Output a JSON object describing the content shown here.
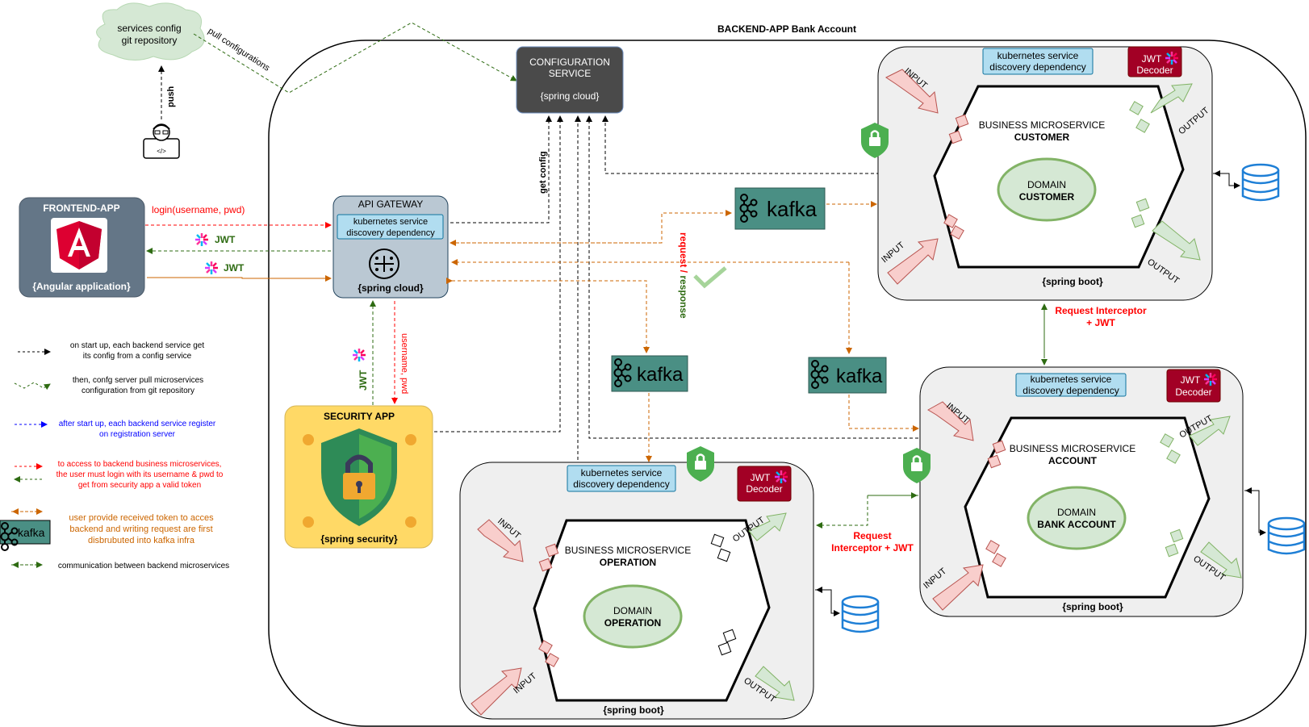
{
  "title": "BACKEND-APP Bank Account",
  "cloud": {
    "line1": "services config",
    "line2": "git repository"
  },
  "labels": {
    "push": "push",
    "pull": "pull configurations",
    "get_config": "get config",
    "login": "login(username, pwd)",
    "jwt": "JWT",
    "username_pwd": "username, pwd",
    "req_resp": "request / response",
    "req_interceptor_1": "Request Interceptor",
    "req_interceptor_2": "+ JWT",
    "req_interceptor_b1": "Request",
    "req_interceptor_b2": "Interceptor + JWT",
    "kafka": "kafka"
  },
  "config_service": {
    "line1": "CONFIGURATION",
    "line2": "SERVICE",
    "sub": "{spring cloud}"
  },
  "frontend": {
    "title": "FRONTEND-APP",
    "sub": "{Angular application}"
  },
  "gateway": {
    "title": "API GATEWAY",
    "k8s1": "kubernetes service",
    "k8s2": "discovery dependency",
    "sub": "{spring cloud}"
  },
  "security": {
    "title": "SECURITY APP",
    "sub": "{spring security}"
  },
  "services": [
    {
      "k8s1": "kubernetes service",
      "k8s2": "discovery dependency",
      "jwt": "JWT",
      "decoder": "Decoder",
      "bm": "BUSINESS MICROSERVICE",
      "name": "CUSTOMER",
      "domain": "DOMAIN",
      "domain_name": "CUSTOMER",
      "boot": "{spring boot}",
      "input": "INPUT",
      "output": "OUTPUT"
    },
    {
      "k8s1": "kubernetes service",
      "k8s2": "discovery dependency",
      "jwt": "JWT",
      "decoder": "Decoder",
      "bm": "BUSINESS MICROSERVICE",
      "name": "ACCOUNT",
      "domain": "DOMAIN",
      "domain_name": "BANK ACCOUNT",
      "boot": "{spring boot}",
      "input": "INPUT",
      "output": "OUTPUT"
    },
    {
      "k8s1": "kubernetes service",
      "k8s2": "discovery dependency",
      "jwt": "JWT",
      "decoder": "Decoder",
      "bm": "BUSINESS MICROSERVICE",
      "name": "OPERATION",
      "domain": "DOMAIN",
      "domain_name": "OPERATION",
      "boot": "{spring boot}",
      "input": "INPUT",
      "output": "OUTPUT"
    }
  ],
  "legend": [
    {
      "l1": "on start up, each backend service get",
      "l2": "its config from a config service",
      "color": "#000000"
    },
    {
      "l1": "then, confg server pull microservices",
      "l2": "configuration from git repository",
      "color": "#2e6b12"
    },
    {
      "l1": "after start up, each backend service register",
      "l2": "on registration server",
      "color": "#0000ff"
    },
    {
      "l1": "to access to backend business microservices,",
      "l2": "the user must login with its username & pwd to",
      "l3": "get from security app a valid token",
      "color": "#ff0000"
    },
    {
      "l1": "user provide received token to acces",
      "l2": "backend and writing request are first",
      "l3": "disbrubuted into kafka infra",
      "color": "#cc6600"
    },
    {
      "l1": "communication between backend microservices",
      "color": "#000000"
    }
  ],
  "colors": {
    "orange": "#cc6600",
    "green": "#2e6b12",
    "red": "#ff0000",
    "kafka": "#4a8f84",
    "lock": "#4caf50"
  }
}
